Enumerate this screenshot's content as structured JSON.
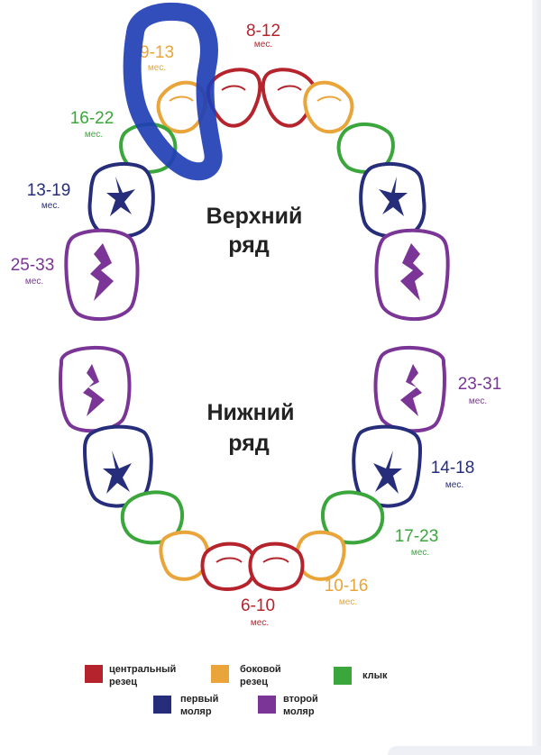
{
  "colors": {
    "central_incisor": "#b5242c",
    "lateral_incisor": "#e9a53a",
    "canine": "#3aa63b",
    "first_molar": "#262d7a",
    "second_molar": "#7a3596",
    "highlight": "#1f3fb5",
    "text_dark": "#222222"
  },
  "rows": {
    "upper": [
      "Верхний",
      "ряд"
    ],
    "lower": [
      "Нижний",
      "ряд"
    ]
  },
  "labels": {
    "upper_central": {
      "age": "8-12",
      "unit": "мес."
    },
    "upper_lateral": {
      "age": "9-13",
      "unit": "мес."
    },
    "upper_canine": {
      "age": "16-22",
      "unit": "мес."
    },
    "upper_first_molar": {
      "age": "13-19",
      "unit": "мес."
    },
    "upper_second_molar": {
      "age": "25-33",
      "unit": "мес."
    },
    "lower_second_molar": {
      "age": "23-31",
      "unit": "мес."
    },
    "lower_first_molar": {
      "age": "14-18",
      "unit": "мес."
    },
    "lower_canine": {
      "age": "17-23",
      "unit": "мес."
    },
    "lower_lateral": {
      "age": "10-16",
      "unit": "мес."
    },
    "lower_central": {
      "age": "6-10",
      "unit": "мес."
    }
  },
  "legend": [
    {
      "key": "central_incisor",
      "lines": [
        "центральный",
        "резец"
      ],
      "color": "#b5242c"
    },
    {
      "key": "lateral_incisor",
      "lines": [
        "боковой",
        "резец"
      ],
      "color": "#e9a53a"
    },
    {
      "key": "canine",
      "lines": [
        "клык"
      ],
      "color": "#3aa63b"
    },
    {
      "key": "first_molar",
      "lines": [
        "первый",
        "моляр"
      ],
      "color": "#262d7a"
    },
    {
      "key": "second_molar",
      "lines": [
        "второй",
        "моляр"
      ],
      "color": "#7a3596"
    }
  ]
}
